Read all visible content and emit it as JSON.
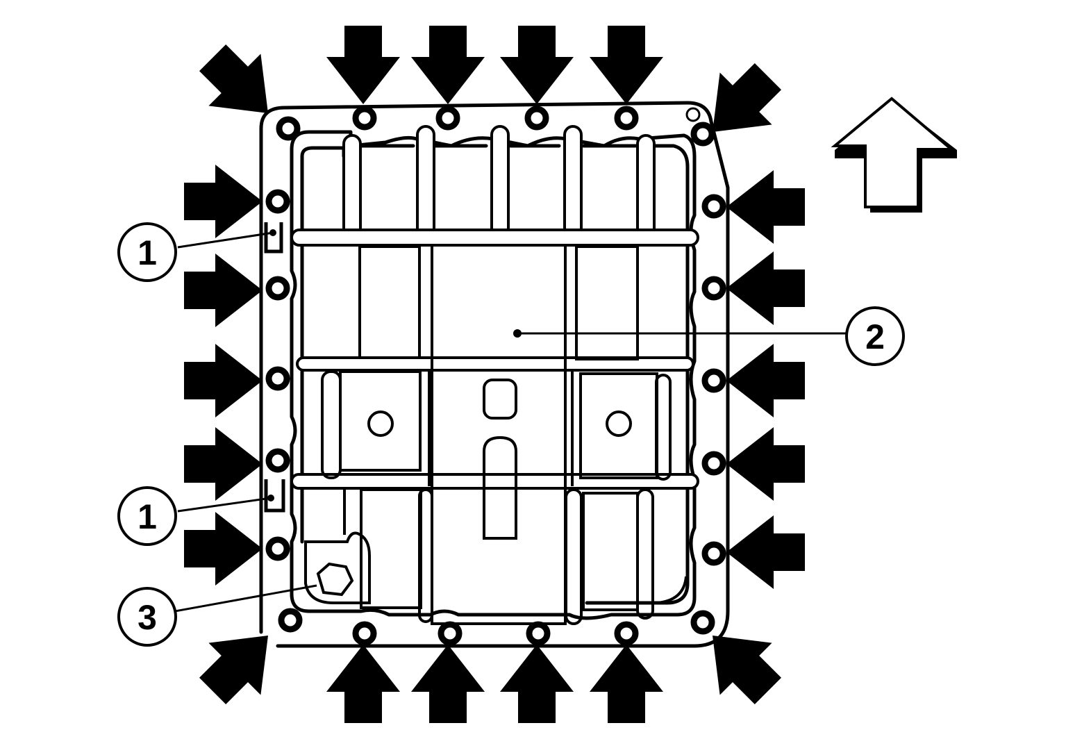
{
  "diagram": {
    "colors": {
      "ink": "#000000",
      "paper": "#ffffff"
    },
    "callouts": [
      {
        "id": "c1a",
        "label": "1"
      },
      {
        "id": "c1b",
        "label": "1"
      },
      {
        "id": "c2",
        "label": "2"
      },
      {
        "id": "c3",
        "label": "3"
      }
    ],
    "icons": {
      "direction": "front-direction-arrow-icon",
      "tightening": "bolt-tightening-arrow-icon",
      "bolt": "bolt-hole-icon",
      "drain": "drain-plug-icon"
    }
  }
}
